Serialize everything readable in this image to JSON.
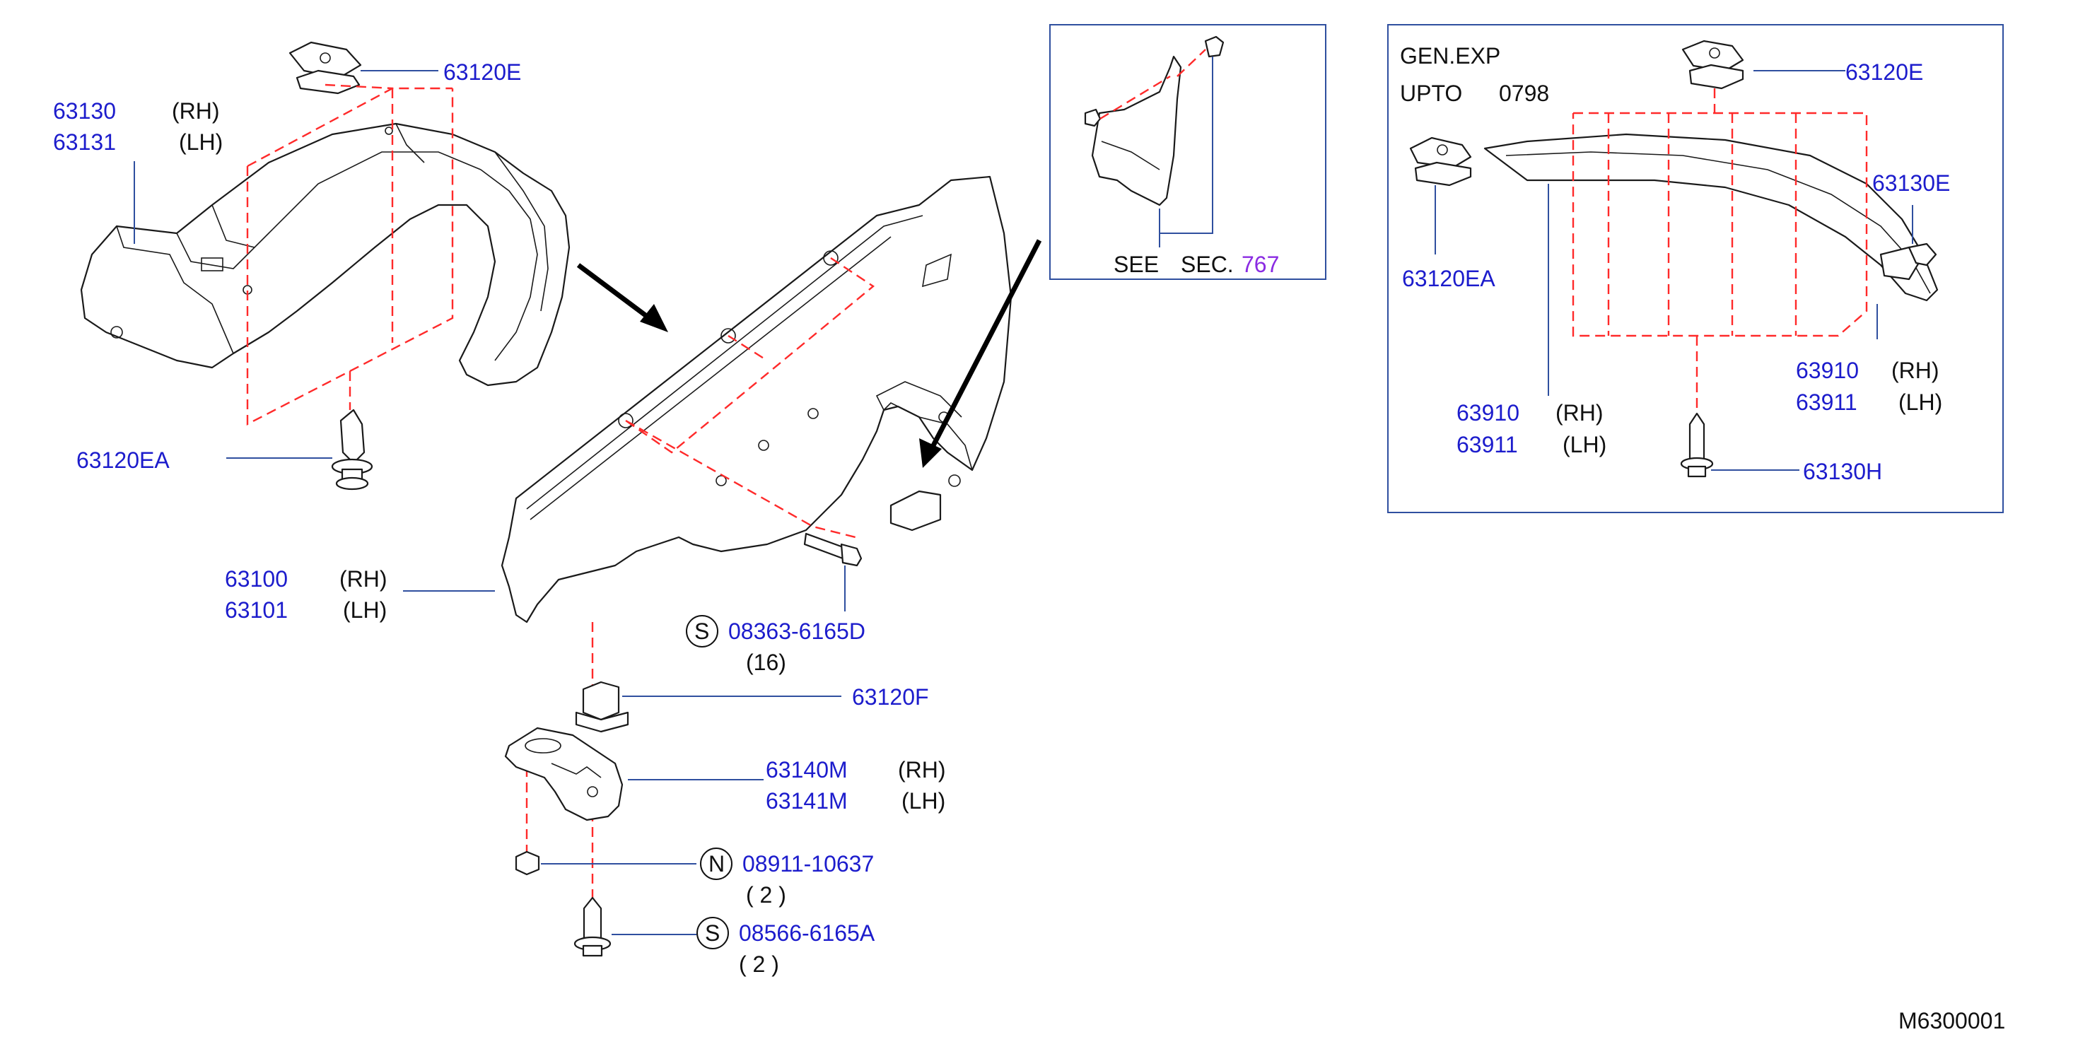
{
  "diagram_ref": "M6300001",
  "labels": {
    "p63130": "63130",
    "p63130_rh": "(RH)",
    "p63131": "63131",
    "p63131_lh": "(LH)",
    "p63120e_top": "63120E",
    "p63120ea_left": "63120EA",
    "p63100": "63100",
    "p63100_rh": "(RH)",
    "p63101": "63101",
    "p63101_lh": "(LH)",
    "s_circle_1": "S",
    "p08363": "08363-6165D",
    "qty_16": "(16)",
    "p63120f": "63120F",
    "p63140m": "63140M",
    "p63140m_rh": "(RH)",
    "p63141m": "63141M",
    "p63141m_lh": "(LH)",
    "n_circle": "N",
    "p08911": "08911-10637",
    "qty_2a": "(  2  )",
    "s_circle_2": "S",
    "p08566": "08566-6165A",
    "qty_2b": "(  2  )"
  },
  "see_box": {
    "see": "SEE",
    "sec": "SEC.",
    "sec_num": "767"
  },
  "gen_box": {
    "line1": "GEN.EXP",
    "line2a": "UPTO",
    "line2b": "0798",
    "p63120e": "63120E",
    "p63120ea": "63120EA",
    "p63130e": "63130E",
    "p63910_right": "63910",
    "p63910_right_rh": "(RH)",
    "p63911_right": "63911",
    "p63911_right_lh": "(LH)",
    "p63910_left": "63910",
    "p63910_left_rh": "(RH)",
    "p63911_left": "63911",
    "p63911_left_lh": "(LH)",
    "p63130h": "63130H"
  }
}
